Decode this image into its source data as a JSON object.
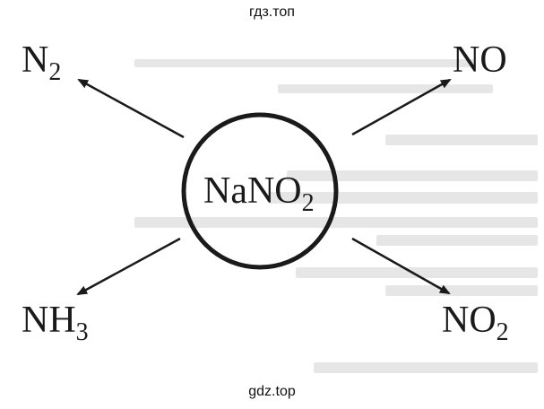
{
  "watermark": {
    "top": "гдз.топ",
    "bottom": "gdz.top"
  },
  "center": {
    "base": "NaNO",
    "subscript": "2"
  },
  "products": {
    "n2": {
      "base": "N",
      "subscript": "2"
    },
    "no": {
      "base": "NO",
      "subscript": ""
    },
    "nh3": {
      "base": "NH",
      "subscript": "3"
    },
    "no2": {
      "base": "NO",
      "subscript": "2"
    }
  },
  "colors": {
    "ink": "#1a1a1a",
    "background": "#ffffff"
  }
}
